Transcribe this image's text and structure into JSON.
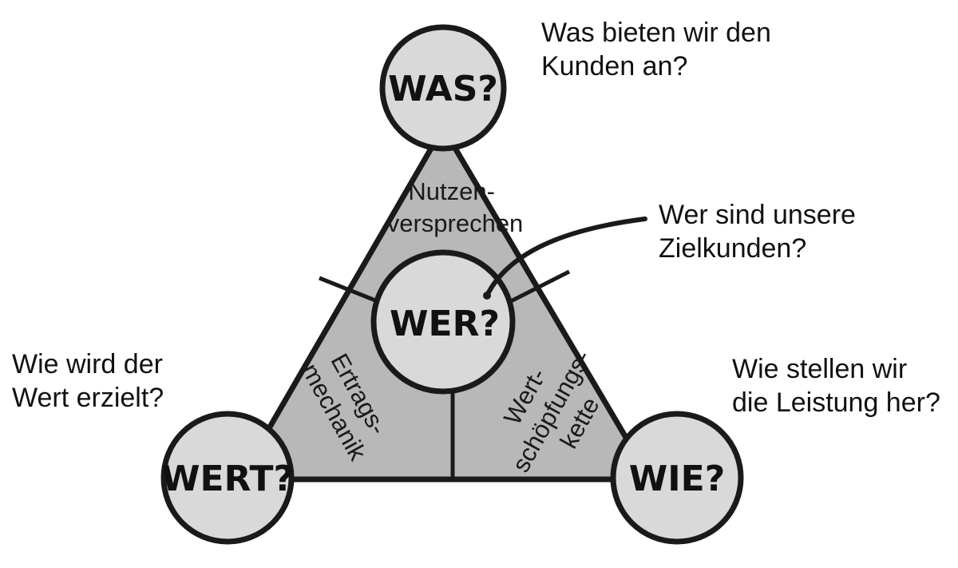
{
  "circles": {
    "was": "WAS?",
    "wer": "WER?",
    "wert": "WERT?",
    "wie": "WIE?"
  },
  "segments": {
    "nutzen": [
      "Nutzen-",
      "versprechen"
    ],
    "ertrag": [
      "Ertrags-",
      "mechanik"
    ],
    "wertschoepfung": [
      "Wert-",
      "schöpfungs-",
      "kette"
    ]
  },
  "questions": {
    "was": [
      "Was bieten wir den",
      "Kunden an?"
    ],
    "wer": [
      "Wer sind unsere",
      "Zielkunden?"
    ],
    "wert": [
      "Wie wird der",
      "Wert erzielt?"
    ],
    "wie": [
      "Wie stellen wir",
      "die Leistung her?"
    ]
  },
  "colors": {
    "segment_fill": "#b8b8b8",
    "circle_fill": "#d9d9d9",
    "stroke": "#1a1a1a"
  }
}
